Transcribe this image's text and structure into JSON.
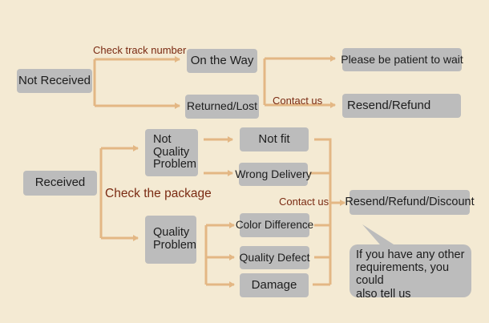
{
  "colors": {
    "background": "#f4ead3",
    "box": "#bcbcbc",
    "arrow": "#e3b784",
    "label": "#7a2a12"
  },
  "nodes": {
    "not_received": "Not Received",
    "on_the_way": "On the Way",
    "returned_lost": "Returned/Lost",
    "please_be_patient": "Please  be patient to wait",
    "resend_refund": "Resend/Refund",
    "received": "Received",
    "not_quality_problem": [
      "Not",
      "Quality",
      "Problem"
    ],
    "quality_problem": [
      "Quality",
      "Problem"
    ],
    "not_fit": "Not fit",
    "wrong_delivery": "Wrong Delivery",
    "color_difference": "Color Difference",
    "quality_defect": "Quality Defect",
    "damage": "Damage",
    "resend_refund_discount": "Resend/Refund/Discount"
  },
  "labels": {
    "check_track_number": "Check track number",
    "contact_us_top": "Contact us",
    "check_the_package": "Check the package",
    "contact_us_bottom": "Contact us"
  },
  "note": [
    "If you have any other",
    "requirements, you could",
    "also tell us"
  ]
}
